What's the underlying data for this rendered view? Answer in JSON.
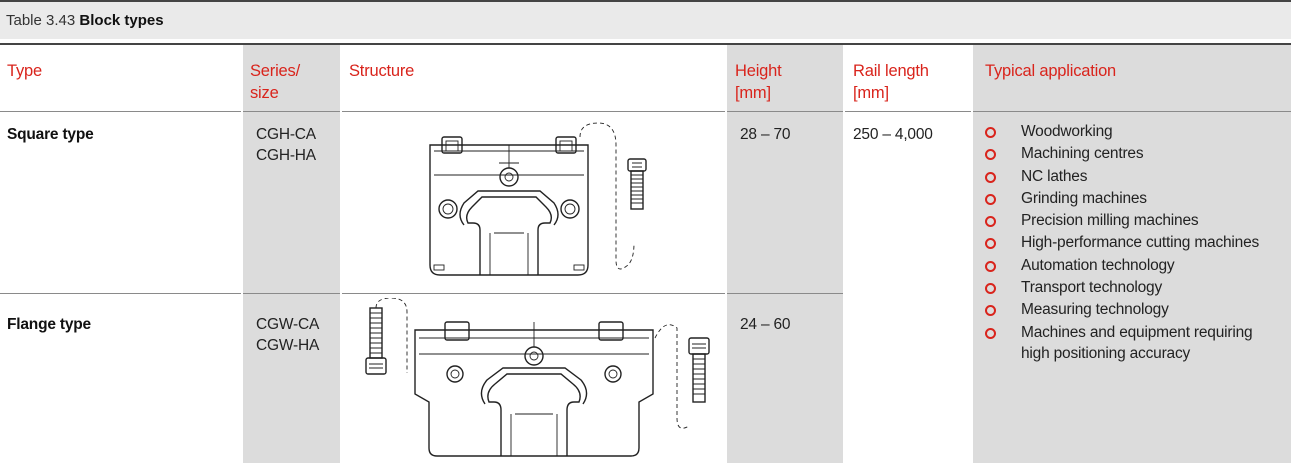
{
  "table": {
    "caption_prefix": "Table 3.43",
    "caption_title": "Block types",
    "headers": {
      "type": "Type",
      "series_line1": "Series/",
      "series_line2": "size",
      "structure": "Structure",
      "height_line1": "Height",
      "height_line2": "[mm]",
      "rail_line1": "Rail length",
      "rail_line2": "[mm]",
      "application": "Typical application"
    },
    "rows": [
      {
        "type": "Square type",
        "series1": "CGH-CA",
        "series2": "CGH-HA",
        "height": "28 – 70"
      },
      {
        "type": "Flange type",
        "series1": "CGW-CA",
        "series2": "CGW-HA",
        "height": "24 – 60"
      }
    ],
    "rail_length": "250 – 4,000",
    "applications": [
      "Woodworking",
      "Machining centres",
      "NC lathes",
      "Grinding machines",
      "Precision milling machines",
      "High-performance cutting machines",
      "Automation technology",
      "Transport technology",
      "Measuring technology",
      "Machines and equipment requiring high positioning accuracy"
    ],
    "colors": {
      "accent": "#d9241c",
      "shade": "#dcdcdc",
      "caption_bg": "#eaeaea"
    }
  }
}
